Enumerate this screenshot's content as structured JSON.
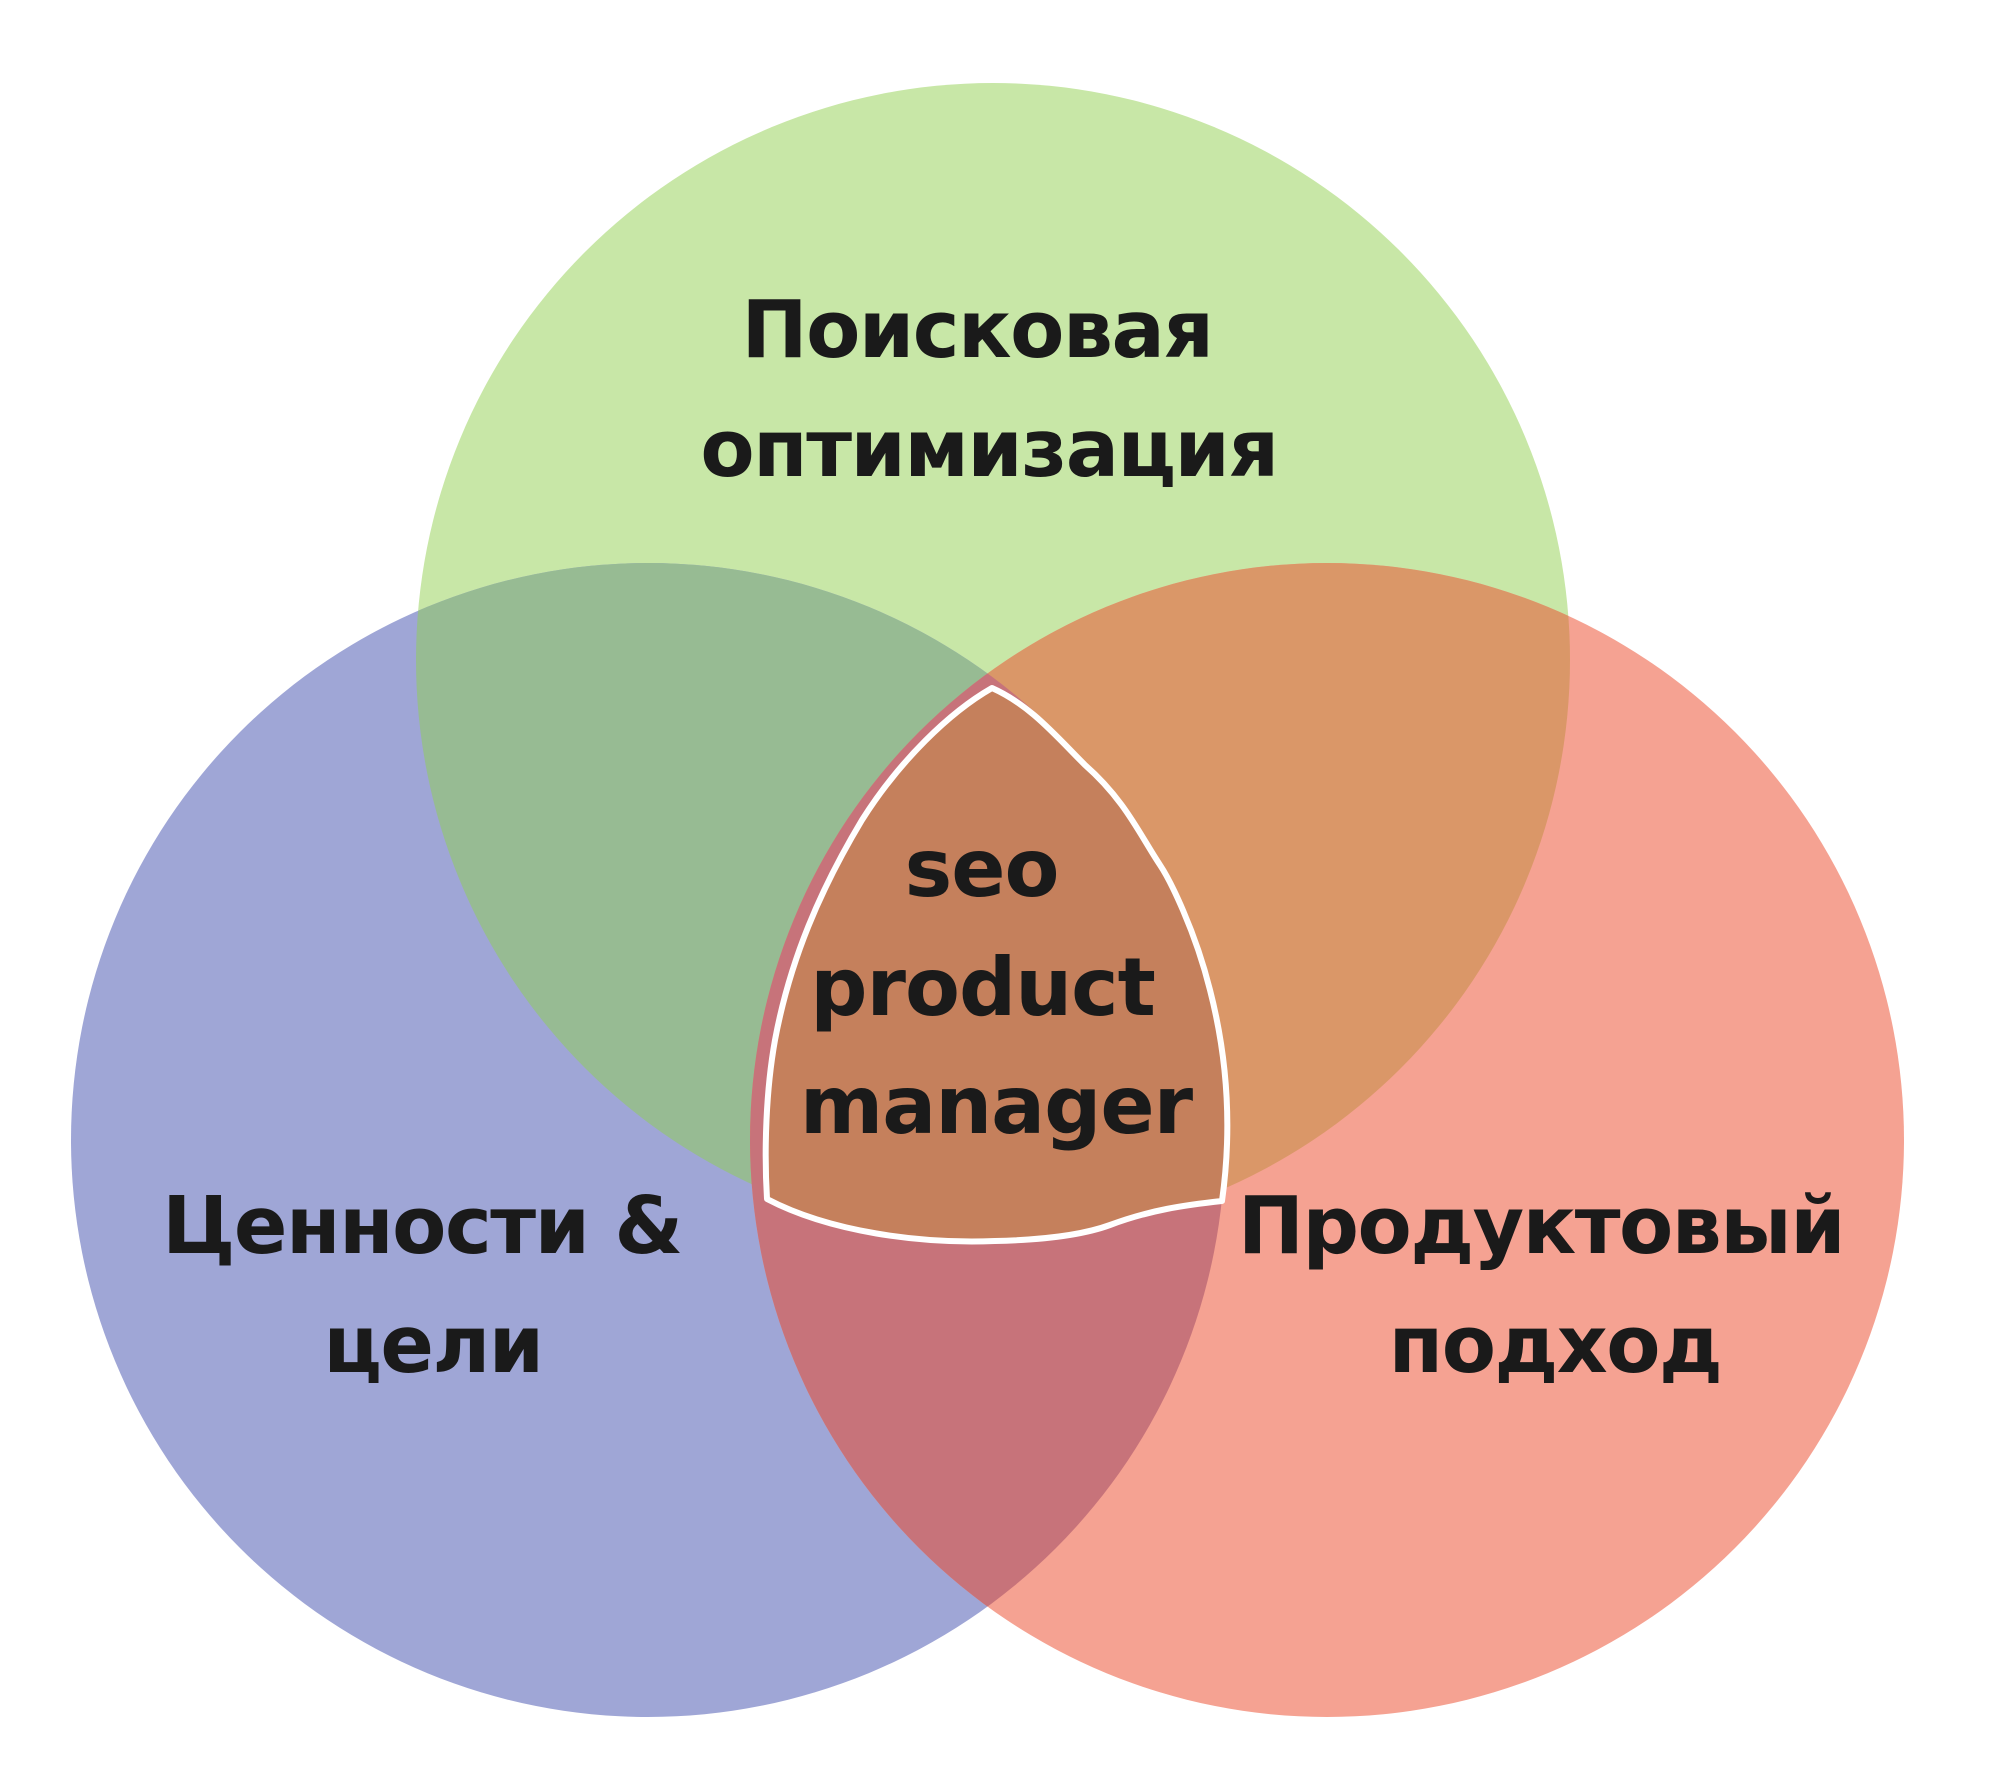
{
  "diagram": {
    "type": "venn",
    "background": "#ffffff",
    "circles": [
      {
        "id": "search-optimization",
        "label_lines": [
          "Поисковая",
          "оптимизация"
        ],
        "color": "#c8e7a7"
      },
      {
        "id": "values-goals",
        "label_lines": [
          "Ценности &",
          "цели"
        ],
        "color": "#9fa6d6"
      },
      {
        "id": "product-approach",
        "label_lines": [
          "Продуктовый",
          "подход"
        ],
        "color": "#f5a292"
      }
    ],
    "overlaps": {
      "green_blue": "#97bb93",
      "green_red": "#da9768",
      "blue_red": "#c7737a",
      "all_three": "#c5805c",
      "center_outline": "#ffffff"
    },
    "center": {
      "label_lines": [
        "seo",
        "product",
        "manager"
      ]
    },
    "text_color": "#1a1a1a"
  }
}
